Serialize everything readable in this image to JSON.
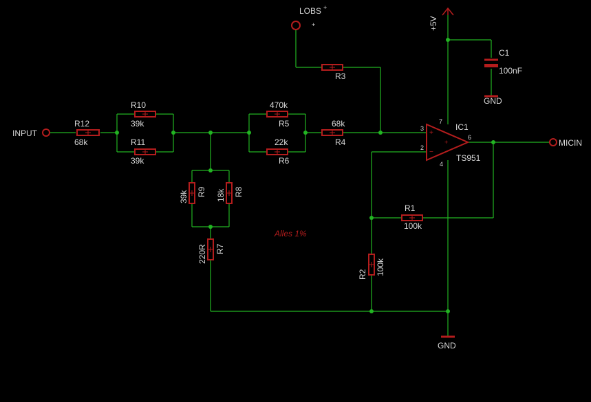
{
  "components": {
    "R12": {
      "name": "R12",
      "value": "68k"
    },
    "R10": {
      "name": "R10",
      "value": "39k"
    },
    "R11": {
      "name": "R11",
      "value": "39k"
    },
    "R5": {
      "name": "R5",
      "value": "470k"
    },
    "R6": {
      "name": "R6",
      "value": "22k"
    },
    "R4": {
      "name": "R4",
      "value": "68k"
    },
    "R3": {
      "name": "R3"
    },
    "R9": {
      "name": "R9",
      "value": "39k"
    },
    "R8": {
      "name": "R8",
      "value": "18k"
    },
    "R7": {
      "name": "R7",
      "value": "220R"
    },
    "R1": {
      "name": "R1",
      "value": "100k"
    },
    "R2": {
      "name": "R2",
      "value": "100k"
    },
    "C1": {
      "name": "C1",
      "value": "100nF"
    },
    "IC1": {
      "name": "IC1",
      "value": "TS951"
    }
  },
  "ports": {
    "input": "INPUT",
    "micin": "MICIN",
    "lobs": "LOBS",
    "lobs_plus": "+"
  },
  "power": {
    "vcc": "+5V",
    "gnd_cap": "GND",
    "gnd_main": "GND"
  },
  "opamp_pins": {
    "p3": "3",
    "p2": "2",
    "p6": "6",
    "p7": "7",
    "p4": "4",
    "plus": "+",
    "minus": "−"
  },
  "note": "Alles 1%"
}
